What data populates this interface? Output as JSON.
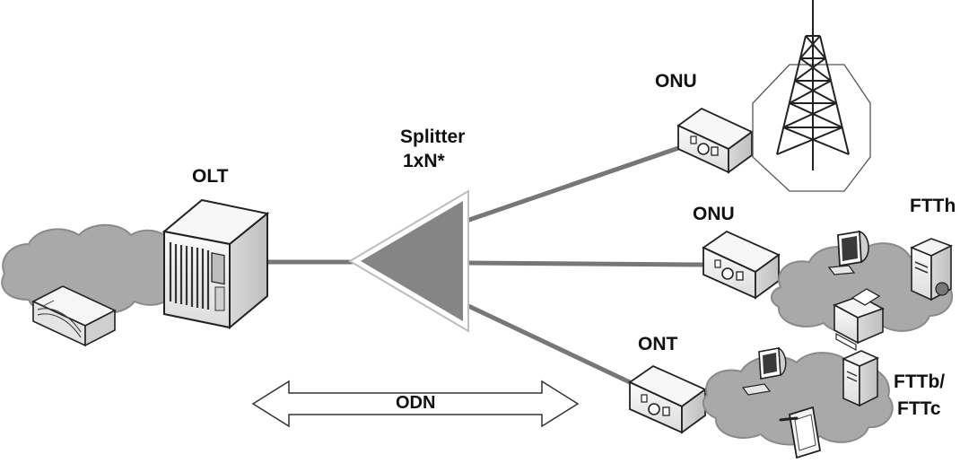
{
  "labels": {
    "olt": "OLT",
    "splitter": "Splitter",
    "splitter_ratio": "1xN*",
    "onu_top": "ONU",
    "onu_middle": "ONU",
    "ont": "ONT",
    "ftth": "FTTh",
    "fttb": "FTTb/",
    "fttc": "FTTc",
    "odn": "ODN"
  },
  "colors": {
    "cloud": "#aaaaaa",
    "cloud_edge": "#8a8a8a",
    "fiber": "#777777",
    "splitter": "#888888",
    "device_fill": "#f2f2f2",
    "device_stroke": "#222222",
    "text": "#111111"
  },
  "icons": [
    "cloud-icon",
    "router-icon",
    "olt-server-icon",
    "splitter-icon",
    "onu-icon",
    "ont-icon",
    "cell-tower-icon",
    "monitor-icon",
    "tower-server-icon",
    "printer-icon",
    "tablet-icon"
  ]
}
